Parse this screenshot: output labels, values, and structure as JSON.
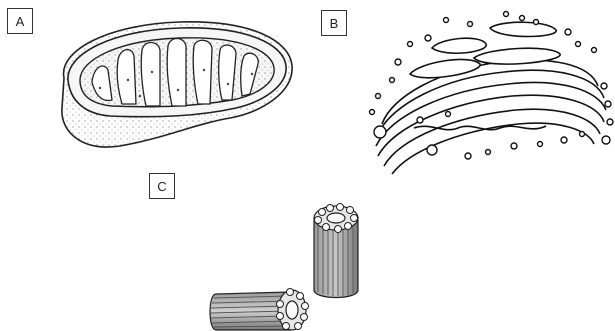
{
  "labels": {
    "a": "A",
    "b": "B",
    "c": "C"
  },
  "figures": {
    "a": "mitochondrion",
    "b": "golgi-apparatus",
    "c": "centriole-pair"
  }
}
